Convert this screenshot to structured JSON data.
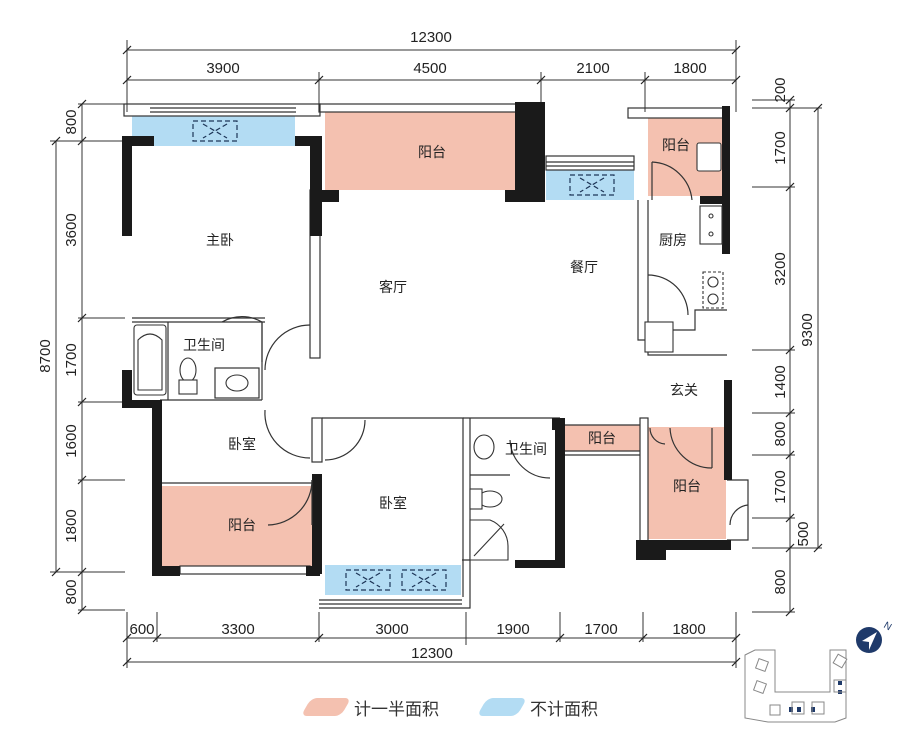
{
  "colors": {
    "half_area": "#f4c1b0",
    "no_area": "#b3dcf3",
    "wall": "#1a1a1a",
    "line": "#333333",
    "compass": "#1f3a6a"
  },
  "dimensions": {
    "top_total": "12300",
    "top": [
      "3900",
      "4500",
      "2100",
      "1800"
    ],
    "bottom_total": "12300",
    "bottom": [
      "600",
      "3300",
      "3000",
      "1900",
      "1700",
      "1800"
    ],
    "left_total": "8700",
    "left": [
      "800",
      "3600",
      "1700",
      "1600",
      "1800",
      "800"
    ],
    "right_total": "9300",
    "right": [
      "200",
      "1700",
      "3200",
      "1400",
      "800",
      "1700",
      "500",
      "800"
    ]
  },
  "rooms": {
    "master_bedroom": "主卧",
    "living_room": "客厅",
    "dining_room": "餐厅",
    "kitchen": "厨房",
    "bathroom_1": "卫生间",
    "bathroom_2": "卫生间",
    "bedroom_1": "卧室",
    "bedroom_2": "卧室",
    "foyer": "玄关",
    "balcony_top": "阳台",
    "balcony_kitchen": "阳台",
    "balcony_bedroom": "阳台",
    "balcony_small": "阳台",
    "balcony_foyer": "阳台"
  },
  "legend": {
    "half_area_label": "计一半面积",
    "no_area_label": "不计面积"
  },
  "compass": {
    "north_label": "N"
  }
}
